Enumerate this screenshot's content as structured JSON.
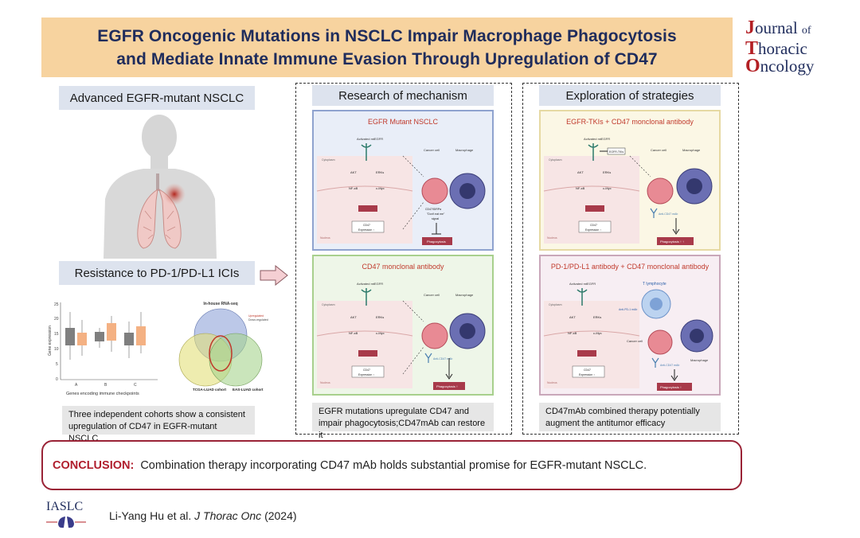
{
  "title": {
    "line1": "EGFR Oncogenic Mutations in NSCLC Impair Macrophage Phagocytosis",
    "line2": "and Mediate Innate Immune Evasion Through Upregulation of CD47"
  },
  "journal": {
    "line1_word": "ournal",
    "line1_of": "of",
    "line2_word": "horacic",
    "line3_word": "ncology",
    "letter_j": "J",
    "letter_t": "T",
    "letter_o": "O"
  },
  "left_panel": {
    "header1": "Advanced EGFR-mutant NSCLC",
    "header2": "Resistance to PD-1/PD-L1 ICIs",
    "caption": "Three independent cohorts show a consistent upregulation of CD47 in EGFR-mutant NSCLC",
    "plot": {
      "y_label": "Gene expression",
      "x_label": "Genes encoding immune checkpoints",
      "y_ticks": [
        "25",
        "20",
        "15",
        "10",
        "5",
        "0"
      ],
      "x_ticks": [
        "A",
        "B",
        "C"
      ]
    },
    "venn": {
      "title": "In-house RNA-seq",
      "label_left": "TCGA-LUAD cohort",
      "label_right": "EAS-LUAD cohort",
      "legend1": "Upregulated",
      "legend2": "Down-regulated"
    }
  },
  "middle_panel": {
    "header": "Research of mechanism",
    "card1_title": "EGFR Mutant NSCLC",
    "card2_title": "CD47 monclonal antibody",
    "caption": "EGFR mutations upregulate CD47 and impair phagocytosis;CD47mAb can restore it",
    "labels": {
      "activated": "Activated mtEGFR",
      "cancer_cell": "Cancer cell",
      "macrophage": "Macrophage",
      "cytoplasm": "Cytoplasm",
      "nucleus": "Nucleus",
      "akt": "AKT",
      "erk": "ERKs",
      "nfkb": "NF-κB",
      "cmyc": "c-Myc",
      "cd47": "CD47",
      "cd47_expr": "Expression ↑",
      "sirp": "CD47/SIRPα",
      "dont_eat": "\"Don't eat me\"",
      "signal": "signal",
      "phagocytosis": "Phagocytosis",
      "phagocytosis_up": "Phagocytosis ↑",
      "anti_cd47": "Anti-CD47 mAb"
    }
  },
  "right_panel": {
    "header": "Exploration of strategies",
    "card1_title": "EGFR-TKIs + CD47 monclonal antibody",
    "card2_title": "PD-1/PD-L1 antibody + CD47 monclonal antibody",
    "caption": "CD47mAb combined therapy potentially augment the antitumor efficacy",
    "labels": {
      "egfr_tkis": "EGFR-TKIs",
      "t_lymphocyte": "T lymphocyte",
      "anti_pd": "Anti-PD-1 mAb",
      "phagocytosis_upup": "Phagocytosis ↑ ↑"
    }
  },
  "conclusion": {
    "label": "CONCLUSION:",
    "text": "Combination therapy incorporating CD47 mAb holds substantial promise for EGFR-mutant NSCLC."
  },
  "footer": {
    "logo": "IASLC",
    "authors": "Li-Yang Hu et al.",
    "journal": "J Thorac Onc",
    "year": "(2024)"
  },
  "colors": {
    "banner": "#f7d39f",
    "title_text": "#1f2c5c",
    "header_bg": "#dde3ee",
    "caption_bg": "#e6e6e6",
    "conclusion_border": "#9a2336",
    "conclusion_label": "#b01e2d",
    "card_blue": "#8fa3cf",
    "card_green": "#a8d08d",
    "card_yellow": "#e6d9a3",
    "card_mauve": "#c9a7b9"
  }
}
